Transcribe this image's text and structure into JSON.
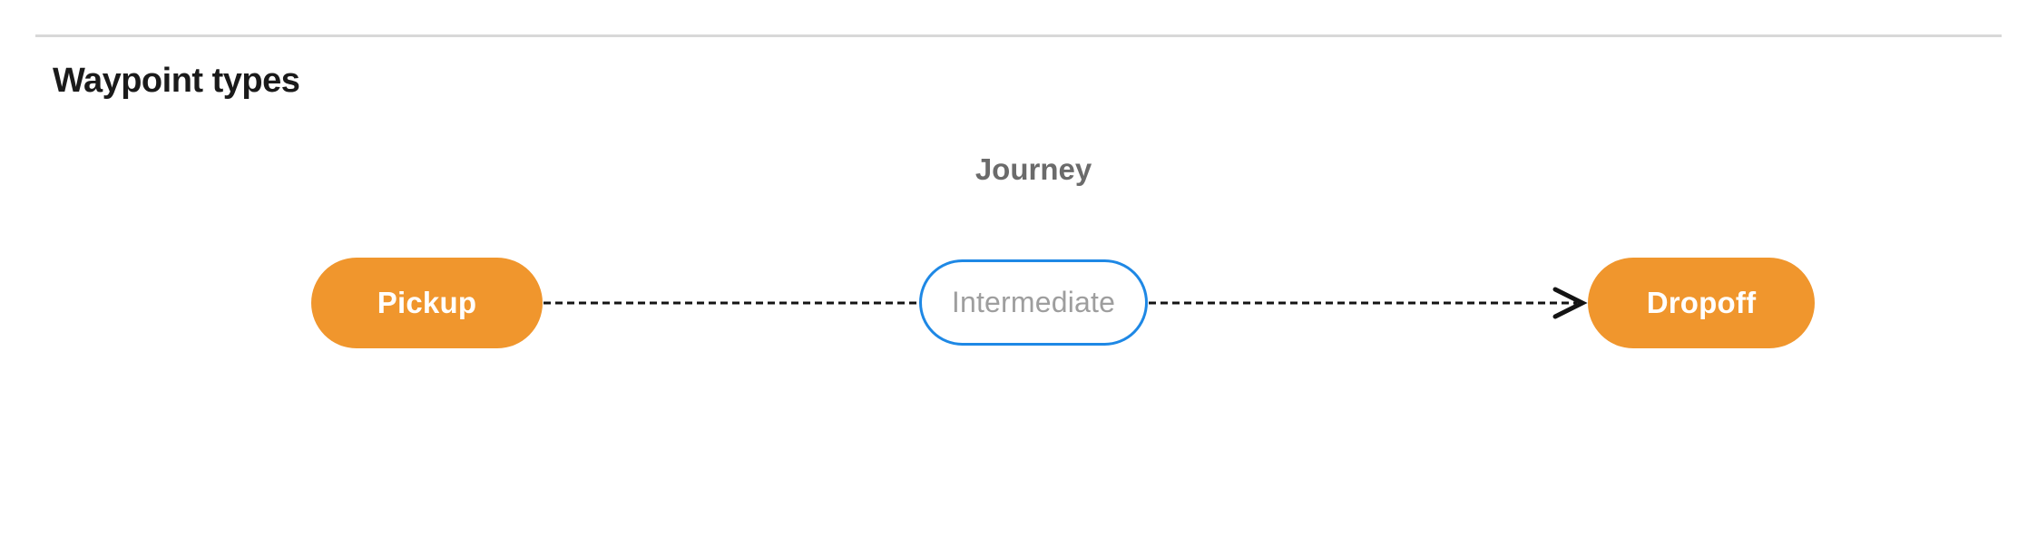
{
  "section": {
    "title": "Waypoint types"
  },
  "diagram": {
    "title": "Journey",
    "nodes": [
      {
        "id": "pickup",
        "label": "Pickup",
        "type": "terminal"
      },
      {
        "id": "intermediate",
        "label": "Intermediate",
        "type": "intermediate"
      },
      {
        "id": "dropoff",
        "label": "Dropoff",
        "type": "terminal"
      }
    ],
    "edges": [
      {
        "from": "pickup",
        "to": "intermediate",
        "style": "dashed",
        "arrowhead": false
      },
      {
        "from": "intermediate",
        "to": "dropoff",
        "style": "dashed",
        "arrowhead": true
      }
    ],
    "colors": {
      "terminal_fill": "#f0962d",
      "terminal_text": "#ffffff",
      "intermediate_border": "#1e88e5",
      "intermediate_text": "#9e9e9e",
      "edge": "#141414",
      "diagram_title_text": "#6b6b6b",
      "heading_text": "#1a1a1a",
      "divider": "#d8d8d8",
      "background": "#ffffff"
    }
  }
}
